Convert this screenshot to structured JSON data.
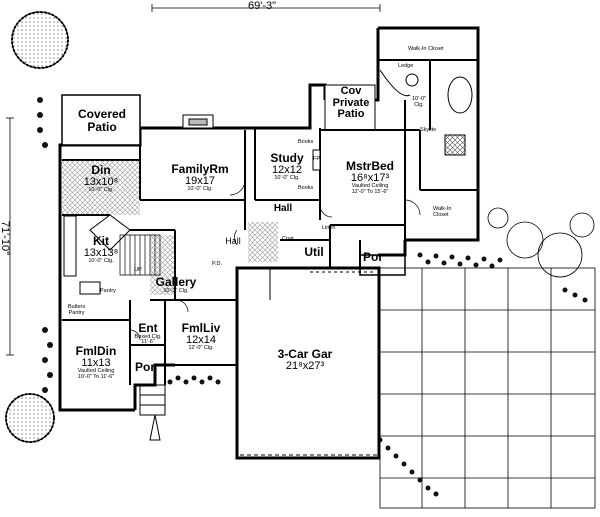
{
  "dimensions": {
    "width": "69'-3\"",
    "depth": "71'-10\""
  },
  "rooms": {
    "covered_patio": {
      "name": "Covered\nPatio"
    },
    "cov_private_patio": {
      "name": "Cov\nPrivate\nPatio"
    },
    "din": {
      "name": "Din",
      "size": "13x10⁸",
      "note": "10'-0\" Clg."
    },
    "family": {
      "name": "FamilyRm",
      "size": "19x17",
      "note": "10'-0\" Clg."
    },
    "study": {
      "name": "Study",
      "size": "12x12",
      "note": "10'-0\" Clg."
    },
    "master": {
      "name": "MstrBed",
      "size": "16⁸x17³",
      "note1": "Vaulted Ceiling",
      "note2": "12'-0\" To 15'-6\""
    },
    "hall_upper": {
      "name": "Hall"
    },
    "hall_mid": {
      "name": "Hall"
    },
    "kit": {
      "name": "Kit",
      "size": "13x13⁸",
      "note": "10'-0\" Clg."
    },
    "gallery": {
      "name": "Gallery",
      "note": "10'-0\" Clg."
    },
    "util": {
      "name": "Util"
    },
    "por_right": {
      "name": "Por"
    },
    "ent": {
      "name": "Ent",
      "note1": "Boxed Clg.",
      "note2": "11'-6\""
    },
    "fmlliv": {
      "name": "FmlLiv",
      "size": "12x14",
      "note": "12'-0\" Clg."
    },
    "fmldin": {
      "name": "FmlDin",
      "size": "11x13",
      "note1": "Vaulted Ceiling",
      "note2": "10'-0\" To 11'-6\""
    },
    "por_front": {
      "name": "Por"
    },
    "garage": {
      "name": "3-Car Gar",
      "size": "21⁸x27³"
    }
  },
  "small_labels": {
    "walk_in_closet_top": "Walk-In Closet",
    "ledge": "Ledge",
    "skylite": "Skylite",
    "bath_clg": "10'-0\"\nClg.",
    "walk_in_closet_side": "Walk-In\nCloset",
    "books_top": "Books",
    "books_bottom": "Books",
    "fp": "FP",
    "linen": "Linen",
    "coat": "Coat",
    "pantry": "Pantry",
    "butlers_pantry": "Butlers\nPantry",
    "up": "UP",
    "pd": "P.D."
  }
}
